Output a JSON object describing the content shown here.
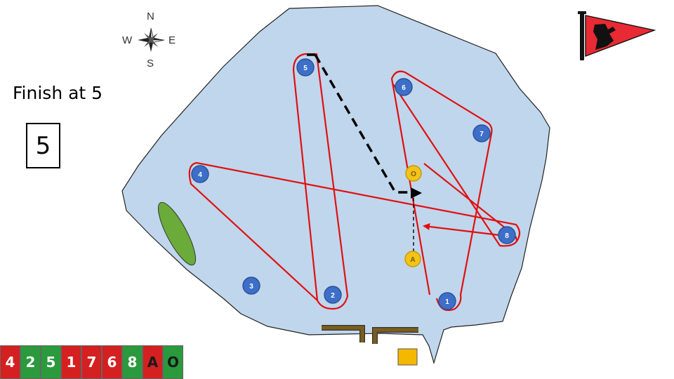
{
  "compass": {
    "n": "N",
    "s": "S",
    "e": "E",
    "w": "W"
  },
  "finish": {
    "text": "Finish at 5",
    "mark": "5"
  },
  "colors": {
    "water": "#c0d6ec",
    "course": "#e01010",
    "mark": "#3d6fc9",
    "gate": "#f2c318",
    "island": "#6aab3a",
    "jetty": "#7a5e1e",
    "flag": "#e82a34"
  },
  "marks": [
    {
      "id": "5",
      "label": "5",
      "type": "buoy"
    },
    {
      "id": "6",
      "label": "6",
      "type": "buoy"
    },
    {
      "id": "7",
      "label": "7",
      "type": "buoy"
    },
    {
      "id": "4",
      "label": "4",
      "type": "buoy"
    },
    {
      "id": "O",
      "label": "O",
      "type": "gate"
    },
    {
      "id": "8",
      "label": "8",
      "type": "buoy"
    },
    {
      "id": "A",
      "label": "A",
      "type": "gate"
    },
    {
      "id": "3",
      "label": "3",
      "type": "buoy"
    },
    {
      "id": "2",
      "label": "2",
      "type": "buoy"
    },
    {
      "id": "1",
      "label": "1",
      "type": "buoy"
    }
  ],
  "sequence": [
    {
      "label": "4",
      "color": "#d42020"
    },
    {
      "label": "2",
      "color": "#2a9a3c"
    },
    {
      "label": "5",
      "color": "#2a9a3c"
    },
    {
      "label": "1",
      "color": "#d42020"
    },
    {
      "label": "7",
      "color": "#d42020"
    },
    {
      "label": "6",
      "color": "#d42020"
    },
    {
      "label": "8",
      "color": "#2a9a3c"
    },
    {
      "label": "A",
      "color": "#d42020"
    },
    {
      "label": "O",
      "color": "#2a9a3c"
    }
  ],
  "icons": [
    "compass-rose-icon",
    "club-burgee-icon",
    "direction-arrow-icon"
  ]
}
